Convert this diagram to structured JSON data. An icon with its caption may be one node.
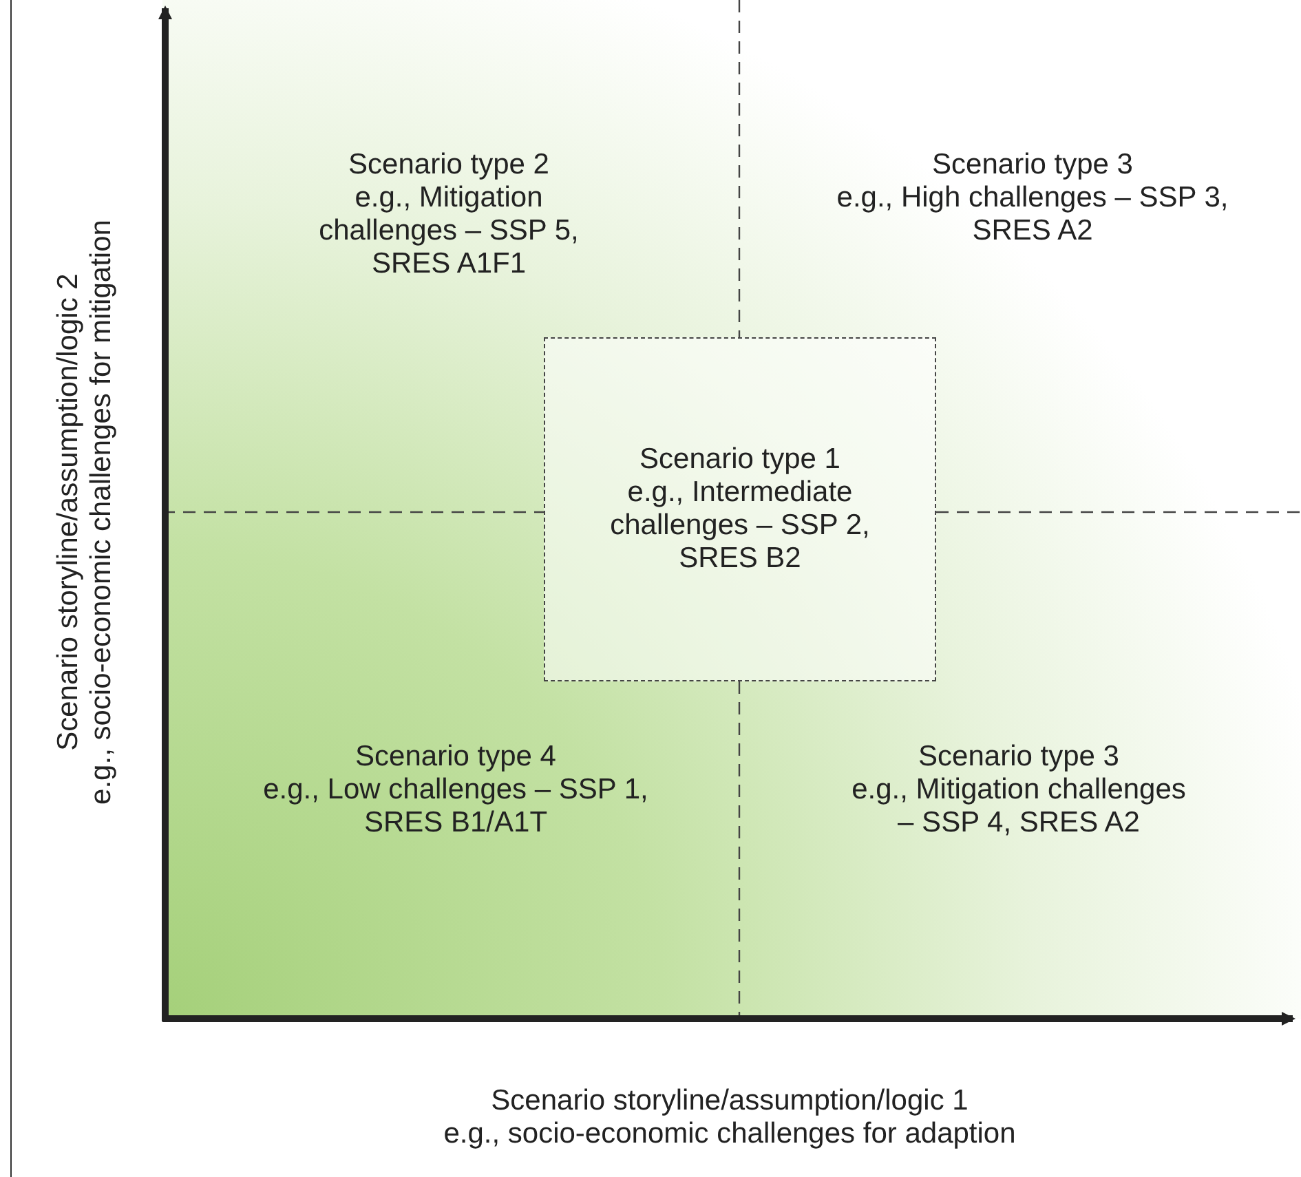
{
  "diagram": {
    "nodes": [
      {
        "text": [
          "Scenario type 1",
          "e.g., Intermediate challenges – SSP 2, SRES B2"
        ]
      }
    ],
    "labels": [
      "Scenario storyline/assumption/logic 2",
      "e.g., socio-economic challenges for mitigation",
      "Scenario type 2",
      "e.g., Mitigation challenges – SSP 5, SRES A1F1",
      "Scenario type 3",
      "e.g., High challenges – SSP 3, SRES A2",
      "Scenario type 4",
      "e.g., Low challenges – SSP 1, SRES B1/A1T",
      "Scenario type 3",
      "e.g., Mitigation challenges – SSP 4, SRES A2",
      "Scenario storyline/assumption/logic 1",
      "e.g., socio-economic challenges for adaption"
    ]
  }
}
